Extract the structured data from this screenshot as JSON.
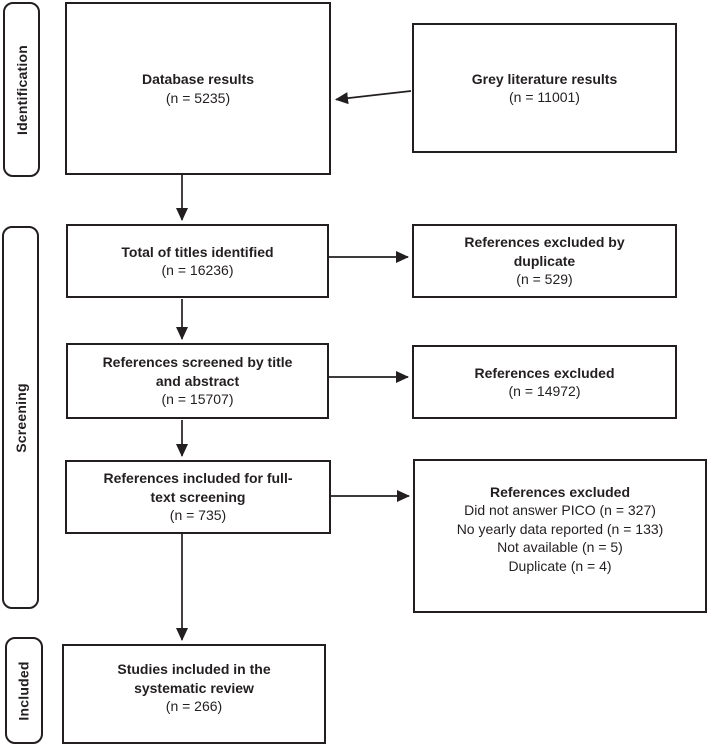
{
  "stages": {
    "identification": "Identification",
    "screening": "Screening",
    "included": "Included"
  },
  "boxes": {
    "database": {
      "title": "Database results",
      "count": "(n = 5235)"
    },
    "grey_literature": {
      "title": "Grey literature results",
      "count": "(n = 11001)"
    },
    "total_titles": {
      "title": "Total of titles identified",
      "count": "(n = 16236)"
    },
    "excluded_duplicate": {
      "title": "References excluded by\nduplicate",
      "count": "(n = 529)"
    },
    "screened_title_abstract": {
      "title": "References screened by title\nand abstract",
      "count": "(n = 15707)"
    },
    "excluded_screening": {
      "title": "References excluded",
      "count": "(n = 14972)"
    },
    "fulltext_screening": {
      "title": "References included for full-\ntext screening",
      "count": "(n = 735)"
    },
    "excluded_fulltext": {
      "title": "References excluded",
      "details": "Did not answer PICO (n = 327)\nNo yearly data reported (n = 133)\nNot available (n = 5)\nDuplicate (n = 4)"
    },
    "included_studies": {
      "title": "Studies included in the\nsystematic review",
      "count": "(n = 266)"
    }
  },
  "colors": {
    "line": "#231f20",
    "background": "#ffffff"
  }
}
